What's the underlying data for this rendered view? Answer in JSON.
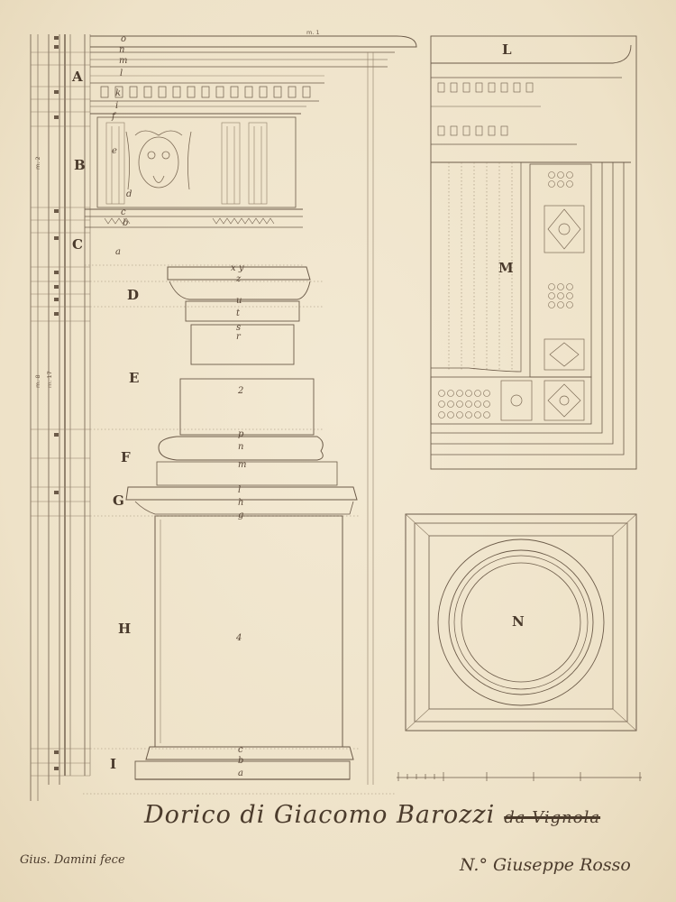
{
  "title": {
    "main": "Dorico di Giacomo Barozzi",
    "struck": "da Vignola"
  },
  "credits": {
    "left": "Gius. Damini fece",
    "right": "N.° Giuseppe Rosso"
  },
  "labels": {
    "A": "A",
    "B": "B",
    "C": "C",
    "D": "D",
    "E": "E",
    "F": "F",
    "G": "G",
    "H": "H",
    "I": "I",
    "L": "L",
    "M": "M",
    "N": "N"
  },
  "letters": {
    "o": "o",
    "n": "n",
    "m": "m",
    "l": "l",
    "k": "k",
    "i": "i",
    "f": "f",
    "e": "e",
    "d": "d",
    "c": "c",
    "b": "b",
    "a": "a",
    "xy": "x y",
    "z": "z",
    "u": "u",
    "t": "t",
    "s": "s",
    "r": "r",
    "2": "2",
    "p": "p",
    "h": "h",
    "g": "g",
    "4": "4"
  },
  "dims": {
    "m1": "m. 1",
    "m8": "m. 8",
    "m17": "m. 17",
    "m2": "m. 2"
  },
  "colors": {
    "paper": "#efe4cc",
    "ink": "#6b5a48"
  }
}
